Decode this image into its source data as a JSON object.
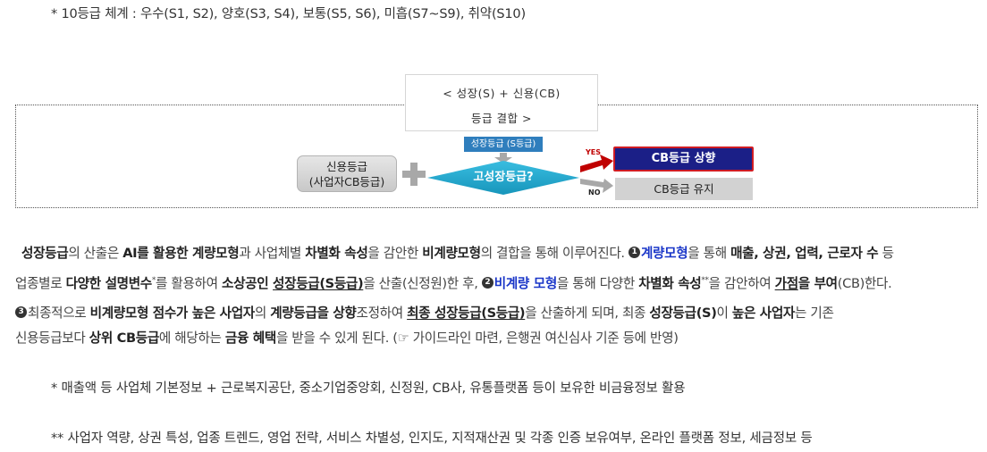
{
  "top_note": "* 10등급 체계 : 우수(S1, S2), 양호(S3, S4), 보통(S5, S6), 미흡(S7~S9), 취약(S10)",
  "diagram": {
    "caption_line1": "< 성장(S) + 신용(CB)",
    "caption_line2": "등급 결합 >",
    "left_box_line1": "신용등급",
    "left_box_line2": "(사업자CB등급)",
    "s_grade_tag": "성장등급 (S등급)",
    "decision": "고성장등급?",
    "yes": "YES",
    "no": "NO",
    "result_up": "CB등급 상향",
    "result_keep": "CB등급 유지",
    "colors": {
      "decision": "#1fa7c9",
      "result_up_fill": "#1b1f87",
      "result_up_border": "#d01c24",
      "tag": "#2f7ebd",
      "yes_arrow": "#c00000",
      "no_arrow": "#a8a8a8"
    }
  },
  "paragraph": {
    "l1": [
      "성장등급",
      "의 산출은 ",
      "AI를 활용한 계량모형",
      "과 사업체별 ",
      "차별화 속성",
      "을 감안한 ",
      "비계량모형",
      "의 결합을 통해 이루어진다. ",
      "1",
      "계량모형",
      "을 통해 ",
      "매출, 상권, 업력, 근로자 수",
      " 등"
    ],
    "l2": [
      "업종별로 ",
      "다양한 설명변수",
      "*",
      "를 활용하여 ",
      "소상공인 ",
      "성장등급(S등급)",
      "을 산출(신정원)한 후, ",
      "2",
      "비계량 모형",
      "을 통해 다양한 ",
      "차별화 속성",
      "**",
      "을 감안하여 ",
      "가점",
      "을 부여",
      "(CB)한다."
    ],
    "l3": [
      "3",
      "최종적으로 ",
      "비계량모형 점수가 높은 사업자",
      "의 ",
      "계량등급을 상향",
      "조정하여 ",
      "최종 성장등급(S등급)",
      "을 산출하게 되며, 최종 ",
      "성장등급(S)",
      "이 ",
      "높은 사업자",
      "는 기존"
    ],
    "l4": [
      "신용등급보다 ",
      "상위 CB등급",
      "에 해당하는 ",
      "금융 혜택",
      "을 받을 수 있게 된다. (☞ 가이드라인 마련, 은행권 여신심사 기준 등에 반영)"
    ]
  },
  "footnote1": "* 매출액 등 사업체 기본정보 + 근로복지공단, 중소기업중앙회, 신정원, CB사, 유통플랫폼 등이 보유한 비금융정보 활용",
  "footnote2": "** 사업자 역량, 상권 특성, 업종 트렌드, 영업 전략, 서비스 차별성, 인지도, 지적재산권 및 각종 인증 보유여부, 온라인 플랫폼 정보, 세금정보 등"
}
